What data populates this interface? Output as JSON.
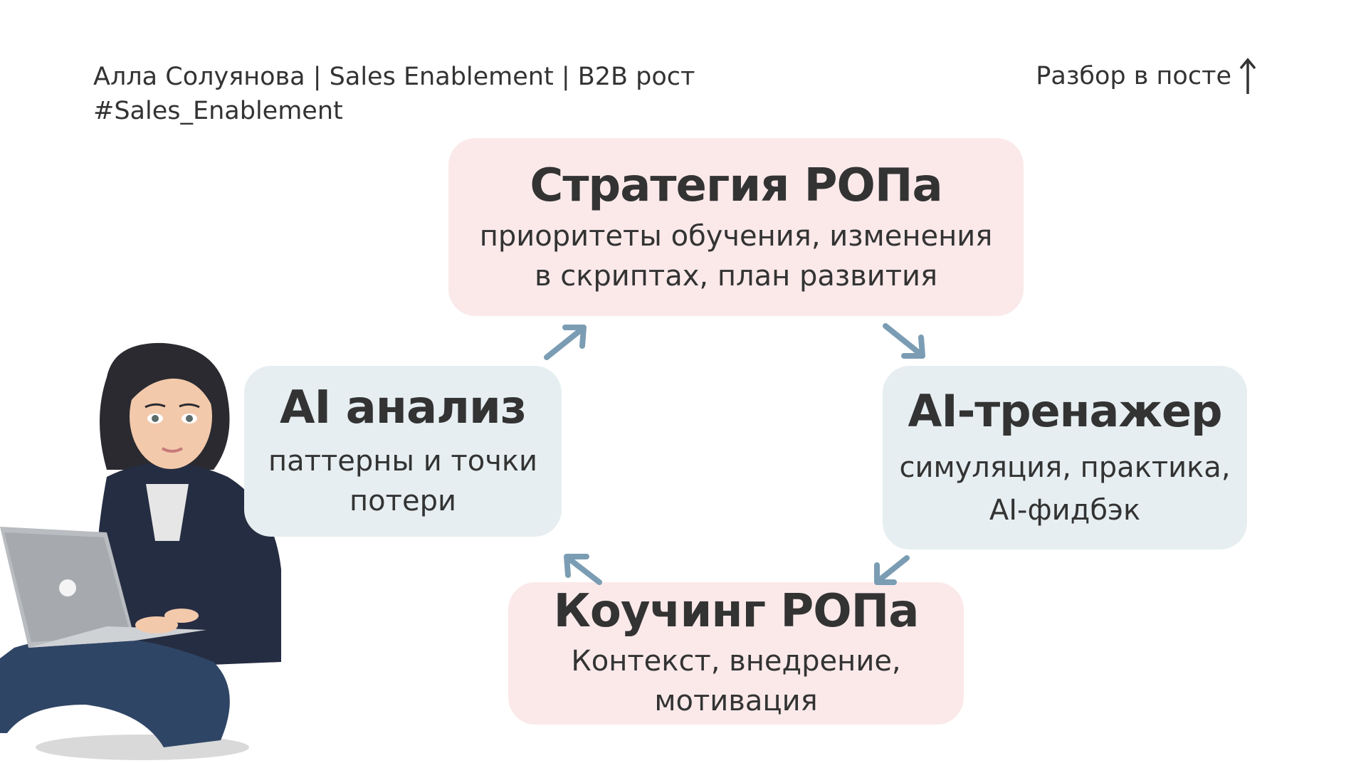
{
  "header": {
    "line1": "Алла Солуянова | Sales Enablement | B2B рост",
    "line2": "#Sales_Enablement"
  },
  "post_link": {
    "label": "Разбор в посте",
    "icon": "arrow-up-icon"
  },
  "cycle": {
    "strategy": {
      "title": "Стратегия РОПа",
      "line1": "приоритеты обучения, изменения",
      "line2": "в скриптах, план развития"
    },
    "trainer": {
      "title": "AI-тренажер",
      "line1": "симуляция, практика,",
      "line2": "AI-фидбэк"
    },
    "coaching": {
      "title": "Коучинг РОПа",
      "line1": "Контекст, внедрение,",
      "line2": "мотивация"
    },
    "analysis": {
      "title": "AI анализ",
      "line1": "паттерны и точки",
      "line2": "потери"
    }
  },
  "colors": {
    "pink_box": "#fbe9ea",
    "blue_box": "#e6eef1",
    "arrow": "#7b9db4",
    "text": "#333333"
  }
}
